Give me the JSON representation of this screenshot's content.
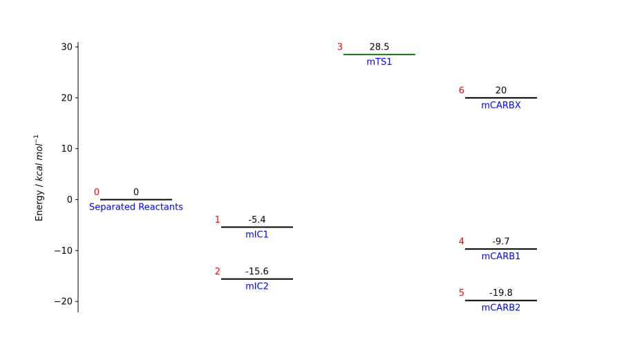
{
  "chart_data": {
    "type": "energy-level-diagram",
    "title": "",
    "ylabel": "Energy / kcal mol⁻¹",
    "ylabel_parts": {
      "prefix": "Energy / ",
      "unit": "kcal mol",
      "exponent": "−1"
    },
    "ylim": [
      -22,
      31
    ],
    "yticks": [
      -20,
      -10,
      0,
      10,
      20,
      30
    ],
    "ytick_labels": [
      "−20",
      "−10",
      "0",
      "10",
      "20",
      "30"
    ],
    "grid": false,
    "columns": 4,
    "levels": [
      {
        "index": "0",
        "name": "Separated Reactants",
        "energy": 0,
        "energy_label": "0",
        "column": 1,
        "color": "#000000"
      },
      {
        "index": "1",
        "name": "mIC1",
        "energy": -5.4,
        "energy_label": "-5.4",
        "column": 2,
        "color": "#000000"
      },
      {
        "index": "2",
        "name": "mIC2",
        "energy": -15.6,
        "energy_label": "-15.6",
        "column": 2,
        "color": "#000000"
      },
      {
        "index": "3",
        "name": "mTS1",
        "energy": 28.5,
        "energy_label": "28.5",
        "column": 3,
        "color": "#008000"
      },
      {
        "index": "4",
        "name": "mCARB1",
        "energy": -9.7,
        "energy_label": "-9.7",
        "column": 4,
        "color": "#000000"
      },
      {
        "index": "5",
        "name": "mCARB2",
        "energy": -19.8,
        "energy_label": "-19.8",
        "column": 4,
        "color": "#000000"
      },
      {
        "index": "6",
        "name": "mCARBX",
        "energy": 20,
        "energy_label": "20",
        "column": 4,
        "color": "#000000"
      }
    ],
    "colors": {
      "index_label": "#ff0000",
      "name_label": "#0000ff",
      "axis": "#000000"
    }
  }
}
